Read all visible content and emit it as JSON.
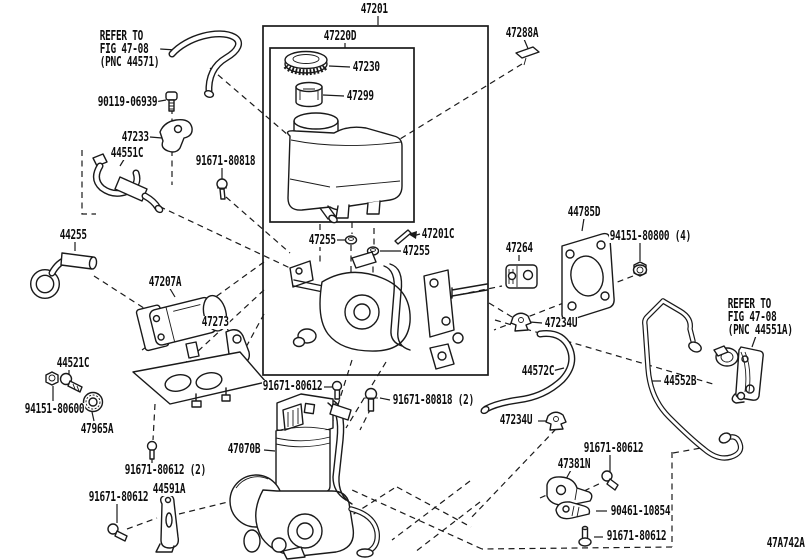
{
  "diagram": {
    "code": "47A742A",
    "notes": {
      "note1": {
        "line1": "REFER TO",
        "line2": "FIG 47-08",
        "line3": "(PNC 44571)"
      },
      "note2": {
        "line1": "REFER TO",
        "line2": "FIG 47-08",
        "line3": "(PNC 44551A)"
      }
    },
    "labels": {
      "l47201": "47201",
      "l47220d": "47220D",
      "l47288a": "47288A",
      "l47230": "47230",
      "l47299": "47299",
      "l90119_06939": "90119-06939",
      "l47233": "47233",
      "l44551c": "44551C",
      "l91671_80818": "91671-80818",
      "l44255": "44255",
      "l47255_left": "47255",
      "l47201c": "47201C",
      "l47255_right": "47255",
      "l47264": "47264",
      "l44785d": "44785D",
      "l94151_80800": "94151-80800 (4)",
      "l47207a": "47207A",
      "l47273": "47273",
      "l47234u_upper": "47234U",
      "l44521c": "44521C",
      "l44572c": "44572C",
      "l44552b": "44552B",
      "l94151_80600": "94151-80600",
      "l91671_80612_center": "91671-80612",
      "l91671_80818_2": "91671-80818 (2)",
      "l47965a": "47965A",
      "l47234u_lower": "47234U",
      "l47070b": "47070B",
      "l91671_80612_right_upper": "91671-80612",
      "l47381n": "47381N",
      "l91671_80612_left_pair": "91671-80612 (2)",
      "l44591a": "44591A",
      "l91671_80612_left_lower": "91671-80612",
      "l90461_10854": "90461-10854",
      "l91671_80612_bottom_right": "91671-80612"
    }
  }
}
